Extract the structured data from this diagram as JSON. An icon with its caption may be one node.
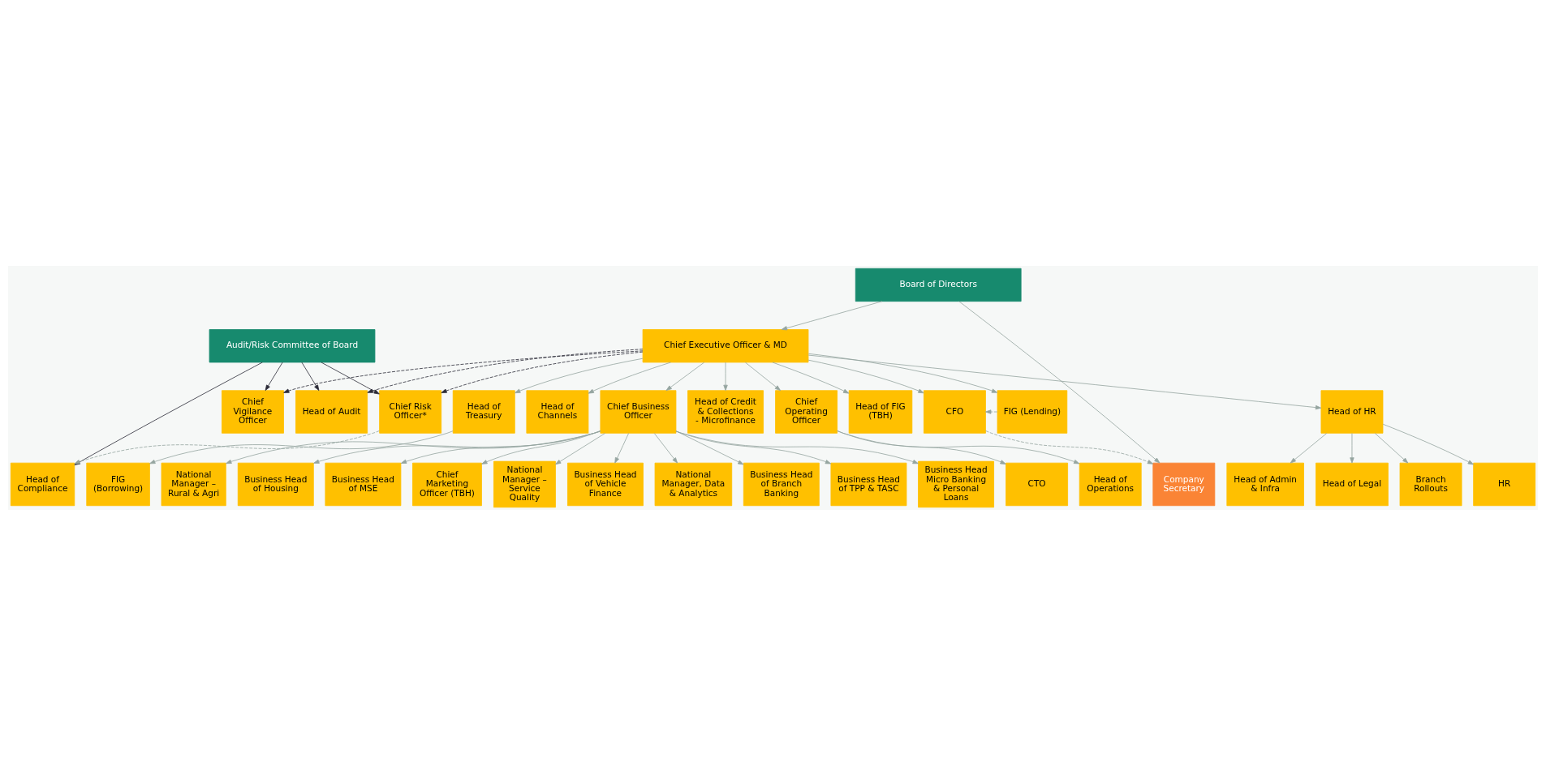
{
  "diagram": {
    "nodes": [
      {
        "text": [
          "Board of Directors"
        ]
      },
      {
        "text": [
          "Audit/Risk Committee of Board"
        ]
      },
      {
        "text": [
          "Chief Executive Officer & MD"
        ]
      },
      {
        "text": [
          "Head of Treasury"
        ]
      },
      {
        "text": [
          "Head of Channels"
        ]
      },
      {
        "text": [
          "Chief Business Officer"
        ]
      },
      {
        "text": [
          "Head of Credit & Collections - Microfinance"
        ]
      },
      {
        "text": [
          "Chief Operating Officer"
        ]
      },
      {
        "text": [
          "Head of HR"
        ]
      },
      {
        "text": [
          "Head of FIG (TBH)"
        ]
      },
      {
        "text": [
          "Chief Vigilance Officer"
        ]
      },
      {
        "text": [
          "Head of Audit"
        ]
      },
      {
        "text": [
          "Chief Risk Officer*"
        ]
      },
      {
        "text": [
          "CFO"
        ]
      },
      {
        "text": [
          "FIG (Borrowing)"
        ]
      },
      {
        "text": [
          "Head of Operations"
        ]
      },
      {
        "text": [
          "CTO"
        ]
      },
      {
        "text": [
          "HR"
        ]
      },
      {
        "text": [
          "Head of Admin & Infra"
        ]
      },
      {
        "text": [
          "Head of Legal"
        ]
      },
      {
        "text": [
          "Branch Rollouts"
        ]
      },
      {
        "text": [
          "Head of Compliance"
        ]
      },
      {
        "text": [
          "Company Secretary"
        ]
      },
      {
        "text": [
          "Business Head of Branch Banking"
        ]
      },
      {
        "text": [
          "Business Head of TPP & TASC"
        ]
      },
      {
        "text": [
          "Business Head Micro Banking & Personal Loans"
        ]
      },
      {
        "text": [
          "National Manager – Rural & Agri"
        ]
      },
      {
        "text": [
          "Business Head of Housing"
        ]
      },
      {
        "text": [
          "Business Head of MSE"
        ]
      },
      {
        "text": [
          "Chief Marketing Officer (TBH)"
        ]
      },
      {
        "text": [
          "National Manager – Service Quality"
        ]
      },
      {
        "text": [
          "Business Head of Vehicle Finance"
        ]
      },
      {
        "text": [
          "National Manager, Data & Analytics"
        ]
      },
      {
        "text": [
          "FIG (Lending)"
        ]
      }
    ],
    "edges": [
      {
        "from": 0,
        "to": 2,
        "arrow": "to"
      },
      {
        "from": 0,
        "to": 22,
        "arrow": "to"
      },
      {
        "from": 2,
        "to": 3,
        "arrow": "to"
      },
      {
        "from": 2,
        "to": 4,
        "arrow": "to"
      },
      {
        "from": 2,
        "to": 5,
        "arrow": "to"
      },
      {
        "from": 2,
        "to": 6,
        "arrow": "to"
      },
      {
        "from": 2,
        "to": 7,
        "arrow": "to"
      },
      {
        "from": 2,
        "to": 8,
        "arrow": "to"
      },
      {
        "from": 2,
        "to": 9,
        "arrow": "to"
      },
      {
        "from": 2,
        "to": 33,
        "arrow": "to"
      },
      {
        "from": 2,
        "to": 13,
        "arrow": "to"
      },
      {
        "from": 2,
        "to": 10,
        "arrow": "to",
        "style": "dashed",
        "color": "#2b2b38"
      },
      {
        "from": 2,
        "to": 11,
        "arrow": "to",
        "style": "dashed",
        "color": "#2b2b38"
      },
      {
        "from": 2,
        "to": 12,
        "arrow": "to",
        "style": "dashed",
        "color": "#2b2b38"
      },
      {
        "from": 1,
        "to": 10,
        "arrow": "to",
        "color": "#2b2b38"
      },
      {
        "from": 1,
        "to": 11,
        "arrow": "to",
        "color": "#2b2b38"
      },
      {
        "from": 1,
        "to": 12,
        "arrow": "to",
        "color": "#2b2b38"
      },
      {
        "from": 1,
        "to": 21,
        "arrow": "to",
        "color": "#2b2b38"
      },
      {
        "from": 3,
        "to": 14,
        "arrow": "to"
      },
      {
        "from": 7,
        "to": 15,
        "arrow": "to"
      },
      {
        "from": 7,
        "to": 16,
        "arrow": "to"
      },
      {
        "from": 8,
        "to": 17,
        "arrow": "to"
      },
      {
        "from": 8,
        "to": 18,
        "arrow": "to"
      },
      {
        "from": 8,
        "to": 19,
        "arrow": "to"
      },
      {
        "from": 8,
        "to": 20,
        "arrow": "to"
      },
      {
        "from": 12,
        "to": 21,
        "arrow": "to",
        "style": "dashed"
      },
      {
        "from": 13,
        "to": 22,
        "arrow": "to",
        "style": "dashed"
      },
      {
        "from": 5,
        "to": 23,
        "arrow": "to"
      },
      {
        "from": 5,
        "to": 24,
        "arrow": "to"
      },
      {
        "from": 5,
        "to": 25,
        "arrow": "to"
      },
      {
        "from": 5,
        "to": 26,
        "arrow": "to"
      },
      {
        "from": 5,
        "to": 27,
        "arrow": "to"
      },
      {
        "from": 5,
        "to": 28,
        "arrow": "to"
      },
      {
        "from": 5,
        "to": 29,
        "arrow": "to"
      },
      {
        "from": 5,
        "to": 30,
        "arrow": "to"
      },
      {
        "from": 5,
        "to": 31,
        "arrow": "to"
      },
      {
        "from": 5,
        "to": 32,
        "arrow": "to"
      },
      {
        "from": 33,
        "to": 13,
        "arrow": "to",
        "style": "dashed"
      }
    ]
  }
}
